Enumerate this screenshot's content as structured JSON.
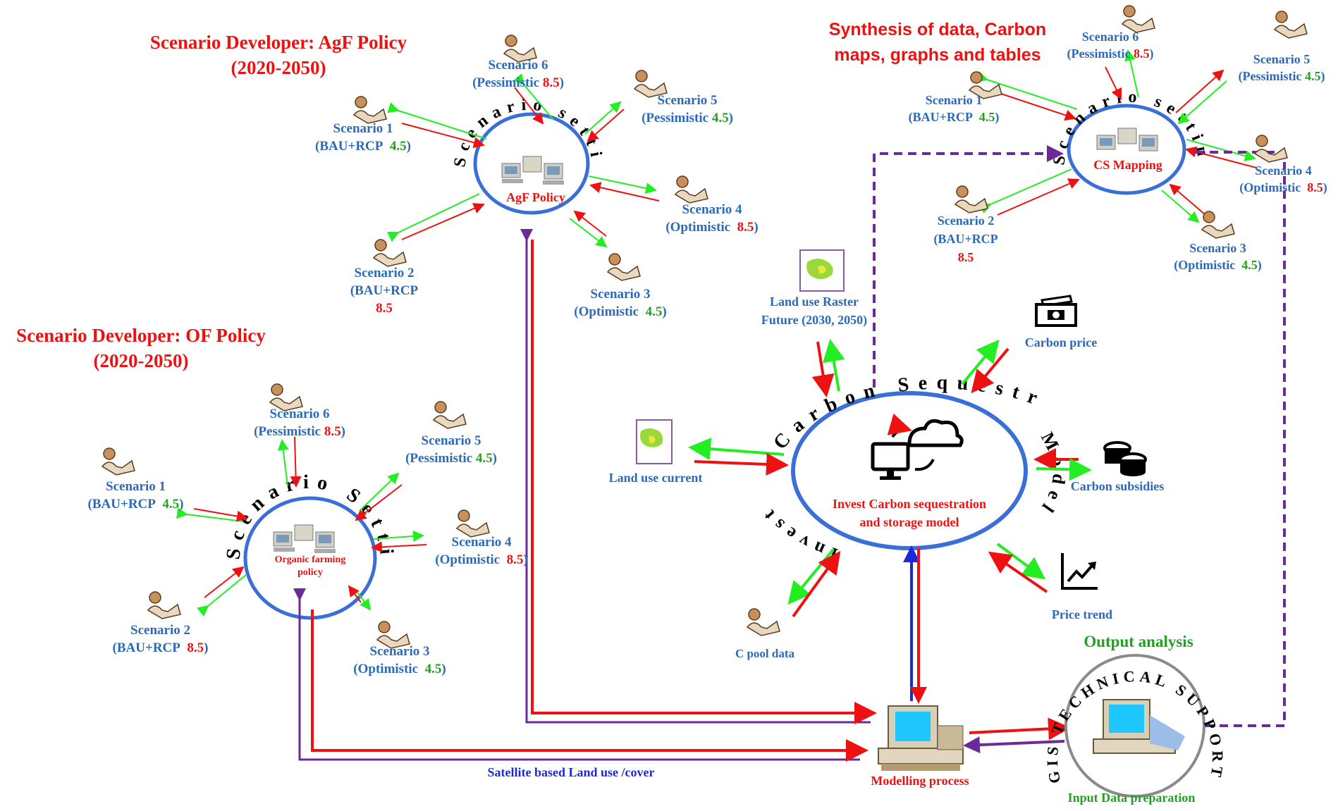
{
  "headings": {
    "agf_title": "Scenario Developer: AgF Policy",
    "agf_years": "(2020-2050)",
    "of_title": "Scenario Developer: OF Policy",
    "of_years": "(2020-2050)",
    "synthesis_line1": "Synthesis of data, Carbon",
    "synthesis_line2": "maps, graphs and tables",
    "output_analysis": "Output analysis"
  },
  "hubs": {
    "agf_label": "AgF Policy",
    "of_label_line1": "Organic farming",
    "of_label_line2": "policy",
    "cs_label": "CS Mapping",
    "ring_text": "Scenario setting",
    "ring_text_of": "Scenario Setting"
  },
  "scenarios": {
    "s1": {
      "name": "Scenario 1",
      "desc": "BAU+RCP",
      "rcp": "4.5"
    },
    "s2": {
      "name": "Scenario 2",
      "desc": "BAU+RCP",
      "rcp": "8.5"
    },
    "s3": {
      "name": "Scenario 3",
      "desc": "Optimistic",
      "rcp": "4.5"
    },
    "s4": {
      "name": "Scenario 4",
      "desc": "Optimistic",
      "rcp": "8.5"
    },
    "s5": {
      "name": "Scenario 5",
      "desc": "Pessimistic",
      "rcp": "4.5"
    },
    "s6": {
      "name": "Scenario 6",
      "desc": "Pessimistic",
      "rcp": "8.5"
    }
  },
  "model": {
    "ring_text_top": "Carbon Sequestration",
    "ring_text_left": "Invest",
    "ring_text_right": "Model",
    "label_line1": "Invest Carbon sequestration",
    "label_line2": "and storage model"
  },
  "inputs": {
    "land_use_future_line1": "Land use Raster",
    "land_use_future_line2": "Future (2030, 2050)",
    "land_use_current": "Land use current",
    "c_pool": "C pool data",
    "carbon_price": "Carbon price",
    "carbon_subsidies": "Carbon subsidies",
    "price_trend": "Price trend"
  },
  "bottom": {
    "modelling_process": "Modelling process",
    "satellite": "Satellite based Land use /cover",
    "gis_ring": "GIS TECHNICAL SUPPORT",
    "input_data_prep": "Input Data preparation"
  },
  "colors": {
    "red": "#ee1111",
    "green": "#22ee22",
    "blue_text": "#2a6ab8",
    "hub_ring": "#3a6fd8",
    "purple": "#6a2a9a",
    "navy": "#1a2ad8"
  }
}
